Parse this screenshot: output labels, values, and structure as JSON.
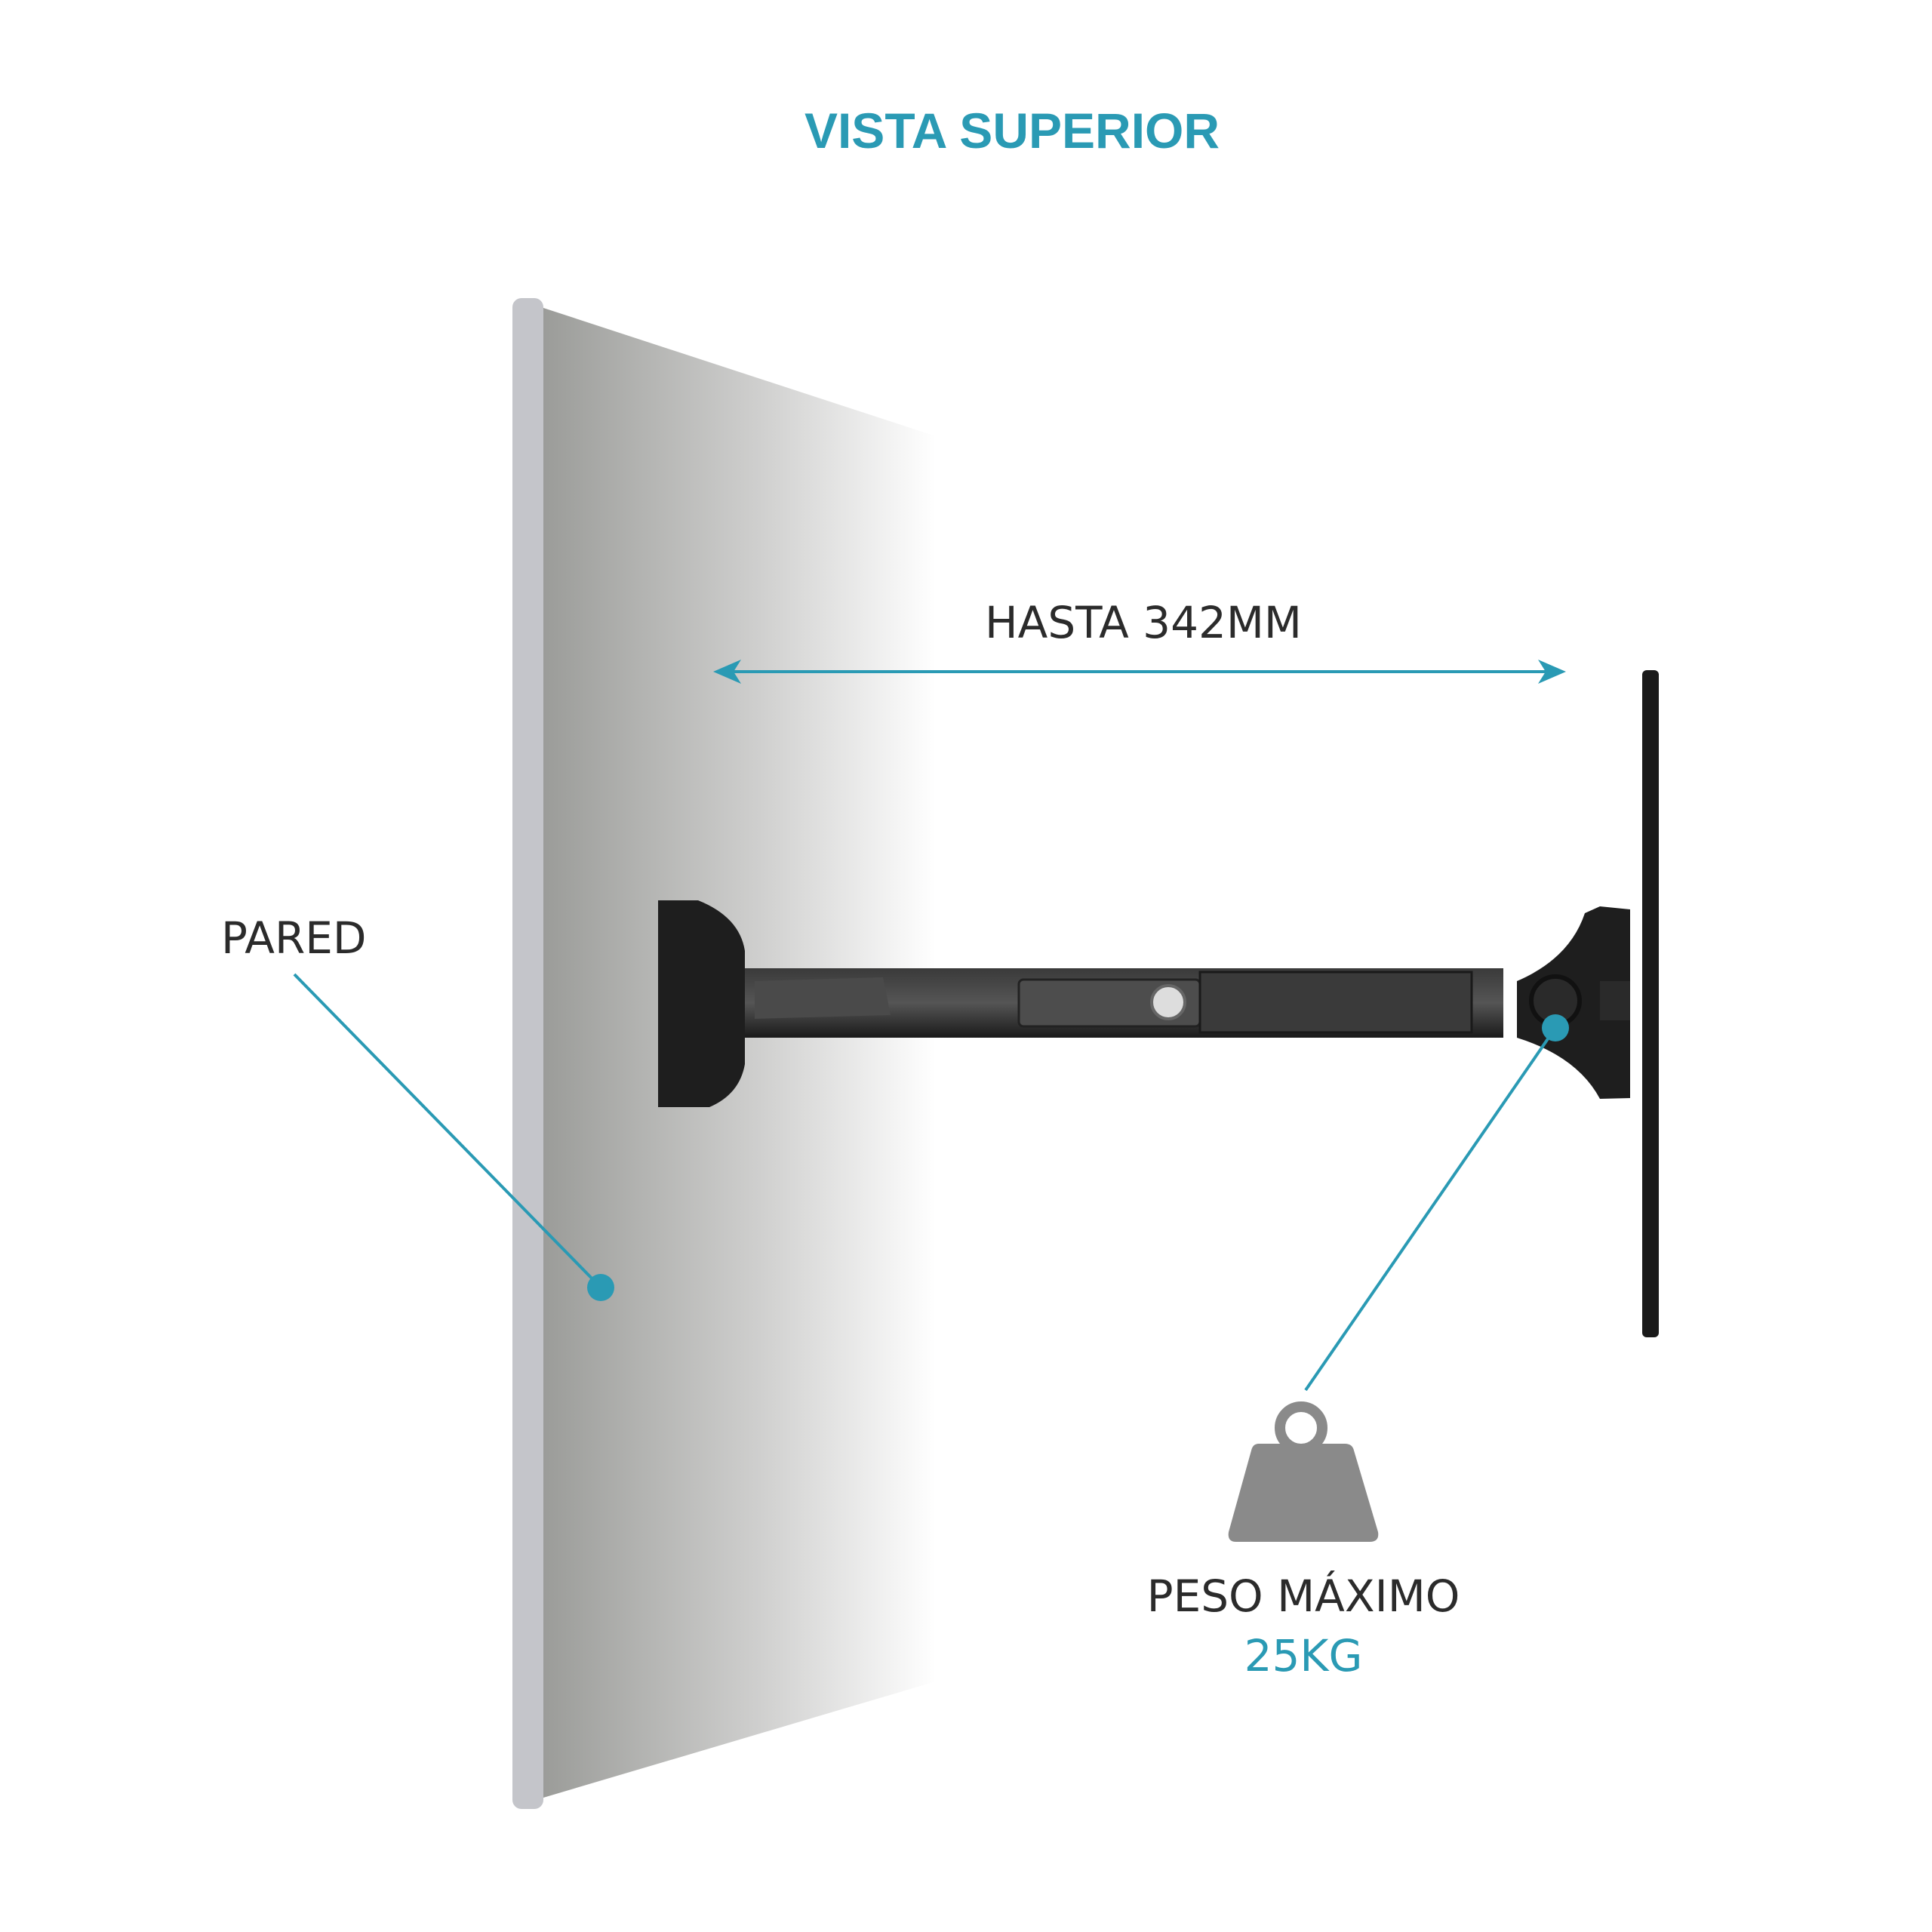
{
  "title": "VISTA SUPERIOR",
  "distance_label": "HASTA 342MM",
  "wall_label": "PARED",
  "weight": {
    "label": "PESO MÁXIMO",
    "value": "25KG"
  },
  "colors": {
    "accent": "#2a9ab4",
    "text": "#2b2b2b",
    "wall_edge": "#c4c5ca",
    "weight_icon": "#8a8a8a",
    "mount": "#1e1e1e"
  }
}
